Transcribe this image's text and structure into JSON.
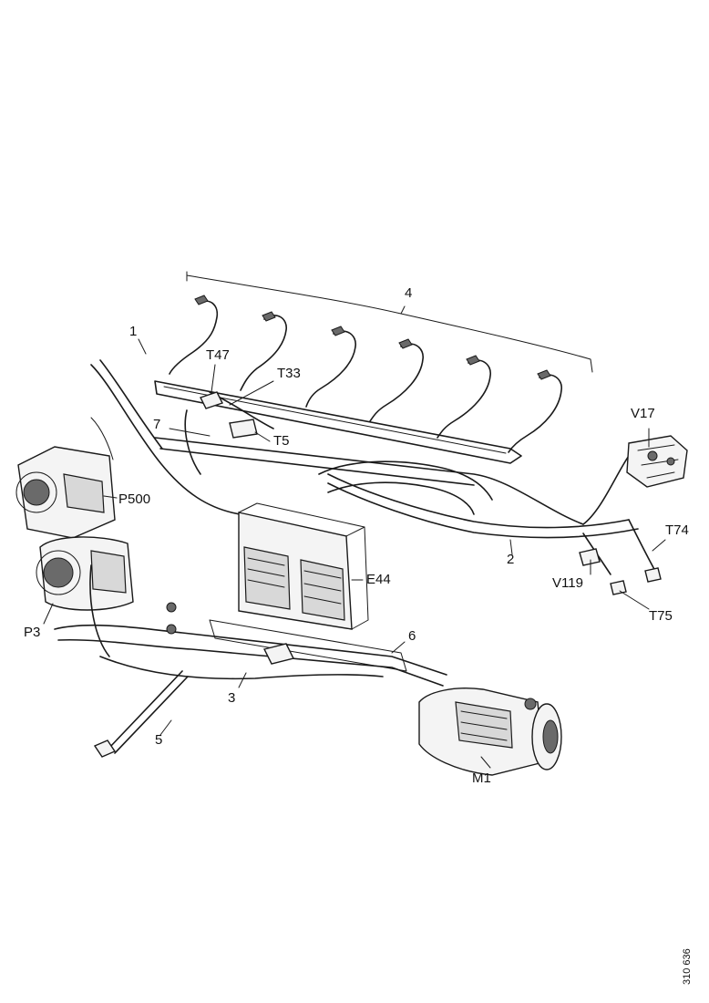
{
  "labels": {
    "n1": "1",
    "n2": "2",
    "n3": "3",
    "n4": "4",
    "n5": "5",
    "n6": "6",
    "n7": "7",
    "T47": "T47",
    "T33": "T33",
    "T5": "T5",
    "V17": "V17",
    "T74": "T74",
    "V119": "V119",
    "T75": "T75",
    "P500": "P500",
    "E44": "E44",
    "P3": "P3",
    "M1": "M1"
  },
  "reference_code": "310 636"
}
